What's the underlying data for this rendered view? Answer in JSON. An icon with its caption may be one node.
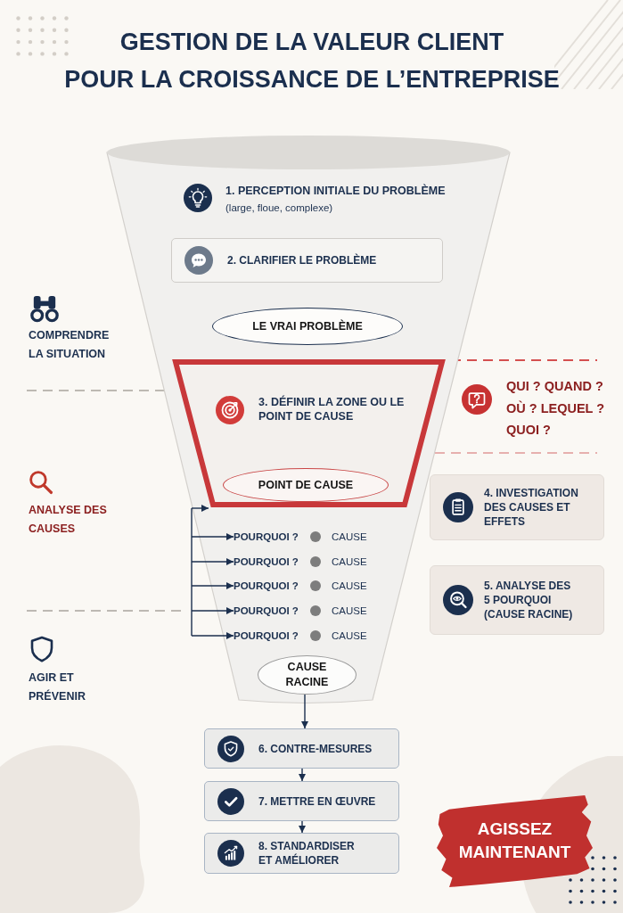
{
  "diagram": {
    "title": "GESTION DE LA VALEUR CLIENT POUR LA CROISSANCE DE L’ENTREPRISE",
    "nodes": [
      {
        "text": [
          "1. PERCEPTION INITIALE DU PROBLÈME",
          "(large, floue, complexe)"
        ]
      },
      {
        "text": [
          "2. CLARIFIER LE PROBLÈME"
        ],
        "in": 0
      },
      {
        "text": [
          "LE VRAI PROBLÈME"
        ],
        "in": 0
      },
      {
        "text": [
          "3. DÉFINIR LA ZONE OU LE POINT DE CAUSE"
        ],
        "in": 0
      },
      {
        "text": [
          "POINT DE CAUSE"
        ],
        "in": 3
      },
      {
        "text": [
          "4. INVESTIGATION DES CAUSES ET EFFETS"
        ]
      },
      {
        "text": [
          "5. ANALYSE DES 5 POURQUOI (CAUSE RACINE)"
        ]
      },
      {
        "text": [
          "POURQUOI ?"
        ],
        "in": 0
      },
      {
        "text": [
          "POURQUOI ?"
        ],
        "in": 0
      },
      {
        "text": [
          "POURQUOI ?"
        ],
        "in": 0
      },
      {
        "text": [
          "POURQUOI ?"
        ],
        "in": 0
      },
      {
        "text": [
          "POURQUOI ?"
        ],
        "in": 0
      },
      {
        "text": [
          "CAUSE RACINE"
        ],
        "in": 0
      },
      {
        "text": [
          "6. CONTRE-MESURES"
        ]
      },
      {
        "text": [
          "7. METTRE EN ŒUVRE"
        ]
      },
      {
        "text": [
          "8. STANDARDISER ET AMÉLIORER"
        ]
      },
      {
        "text": [
          "AGISSEZ MAINTENANT"
        ]
      }
    ],
    "edges": [
      {
        "from": null,
        "to": 3,
        "arrow": "to"
      },
      {
        "from": null,
        "to": 7,
        "arrow": "to"
      },
      {
        "from": null,
        "to": 8,
        "arrow": "to"
      },
      {
        "from": null,
        "to": 9,
        "arrow": "to"
      },
      {
        "from": null,
        "to": 10,
        "arrow": "to"
      },
      {
        "from": null,
        "to": 11,
        "arrow": "to"
      },
      {
        "from": 12,
        "to": 13,
        "arrow": "to"
      },
      {
        "from": 13,
        "to": 14,
        "arrow": "to"
      },
      {
        "from": 14,
        "to": 15,
        "arrow": "to"
      }
    ],
    "labels": [
      "COMPRENDRE LA SITUATION",
      "QUI ? QUAND ? OÙ ? LEQUEL ? QUOI ?",
      "ANALYSE DES CAUSES",
      "CAUSE",
      "CAUSE",
      "CAUSE",
      "CAUSE",
      "CAUSE",
      "AGIR ET PRÉVENIR"
    ]
  }
}
